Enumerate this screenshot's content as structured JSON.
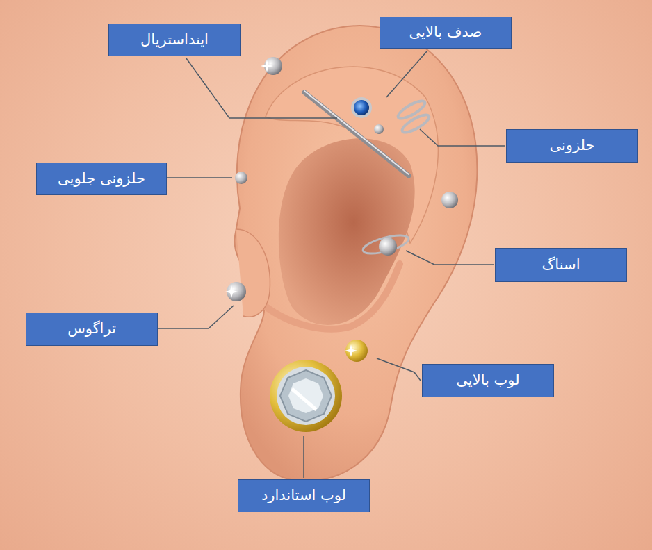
{
  "diagram": {
    "nodes": [
      {
        "text": [
          "اینداستریال"
        ]
      },
      {
        "text": [
          "صدف بالایی"
        ]
      },
      {
        "text": [
          "حلزونی"
        ]
      },
      {
        "text": [
          "حلزونی جلویی"
        ]
      },
      {
        "text": [
          "اسناگ"
        ]
      },
      {
        "text": [
          "تراگوس"
        ]
      },
      {
        "text": [
          "لوب بالایی"
        ]
      },
      {
        "text": [
          "لوب استاندارد"
        ]
      }
    ]
  }
}
